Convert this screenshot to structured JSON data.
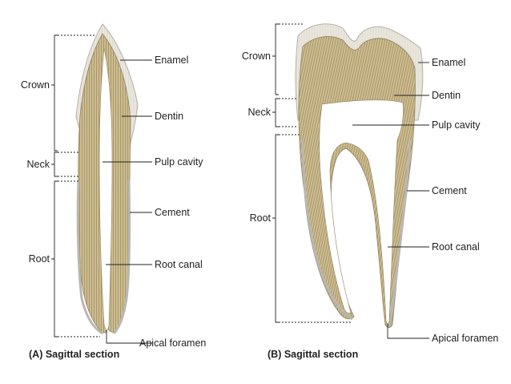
{
  "figure_a": {
    "caption": "(A) Sagittal section",
    "regions": {
      "crown": "Crown",
      "neck": "Neck",
      "root": "Root"
    },
    "parts": {
      "enamel": "Enamel",
      "dentin": "Dentin",
      "pulp_cavity": "Pulp cavity",
      "cement": "Cement",
      "root_canal": "Root canal",
      "apical_foramen": "Apical foramen"
    }
  },
  "figure_b": {
    "caption": "(B) Sagittal section",
    "regions": {
      "crown": "Crown",
      "neck": "Neck",
      "root": "Root"
    },
    "parts": {
      "enamel": "Enamel",
      "dentin": "Dentin",
      "pulp_cavity": "Pulp cavity",
      "cement": "Cement",
      "root_canal": "Root canal",
      "apical_foramen": "Apical foramen"
    }
  },
  "colors": {
    "dentin": "#c9b98c",
    "dentin_stripe": "#a9976a",
    "enamel": "#efece4",
    "enamel_edge": "#b7b1a3",
    "pulp": "#ffffff",
    "cement": "#b9b7b2"
  }
}
